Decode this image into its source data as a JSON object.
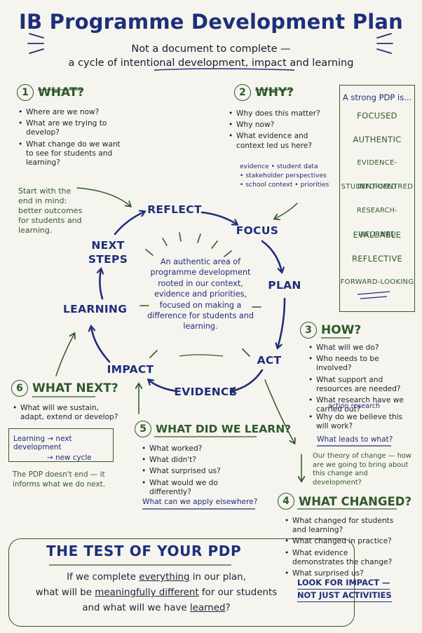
{
  "title": "IB Programme Development Plan",
  "subtitle": {
    "line1": "Not a document to complete —",
    "line2": "a cycle of intentional development, impact and learning"
  },
  "what": {
    "num": "1",
    "heading": "WHAT?",
    "items": [
      "Where are we now?",
      "What are we trying to develop?",
      "What change do we want to see for students and learning?"
    ],
    "note": "Start with the end in mind: better outcomes for students and learning."
  },
  "why": {
    "num": "2",
    "heading": "WHY?",
    "items": [
      "Why does this matter?",
      "Why now?",
      "What evidence and context led us here?"
    ],
    "evidence": [
      "evidence",
      "student data",
      "stakeholder perspectives",
      "school context",
      "priorities"
    ]
  },
  "strong_pdp": {
    "heading": "A strong PDP is...",
    "items": [
      "FOCUSED",
      "AUTHENTIC",
      "EVIDENCE-INFORMED",
      "STUDENT-CENTRED",
      "RESEARCH-INFORMED",
      "EVALUABLE",
      "REFLECTIVE",
      "FORWARD-LOOKING"
    ]
  },
  "cycle": {
    "steps": [
      "REFLECT",
      "FOCUS",
      "PLAN",
      "ACT",
      "EVIDENCE",
      "IMPACT",
      "LEARNING",
      "NEXT STEPS"
    ],
    "center": "An authentic area of programme development rooted in our context, evidence and priorities, focused on making a difference for students and learning."
  },
  "how": {
    "num": "3",
    "heading": "HOW?",
    "items": [
      "What will we do?",
      "Who needs to be involved?",
      "What support and resources are needed?",
      "What research have we carried out?",
      "Why do we believe this will work?"
    ],
    "action_research": "action research",
    "link": "What leads to what?",
    "theory": "Our theory of change — how are we going to bring about this change and development?"
  },
  "what_next": {
    "num": "6",
    "heading": "WHAT NEXT?",
    "items": [
      "What will we sustain, adapt, extend or develop?"
    ],
    "box_line1": "Learning → next development",
    "box_line2": "→ new cycle",
    "note": "The PDP doesn't end — it informs what we do next."
  },
  "learn": {
    "num": "5",
    "heading": "WHAT DID WE LEARN?",
    "items": [
      "What worked?",
      "What didn't?",
      "What surprised us?",
      "What would we do differently?"
    ],
    "link": "What can we apply elsewhere?"
  },
  "changed": {
    "num": "4",
    "heading": "WHAT CHANGED?",
    "items": [
      "What changed for students and learning?",
      "What changed in practice?",
      "What evidence demonstrates the change?",
      "What surprised us?"
    ],
    "impact_line1": "LOOK FOR IMPACT —",
    "impact_line2": "NOT JUST ACTIVITIES"
  },
  "test": {
    "heading": "THE TEST OF YOUR PDP",
    "l1a": "If we complete ",
    "l1b": "everything",
    "l1c": " in our plan,",
    "l2a": "what will be ",
    "l2b": "meaningfully different",
    "l2c": " for our students",
    "l3a": "and what will we have ",
    "l3b": "learned",
    "l3c": "?"
  },
  "colors": {
    "navy": "#1d2f7a",
    "green": "#2e5a2c",
    "background": "#f6f4ee"
  }
}
